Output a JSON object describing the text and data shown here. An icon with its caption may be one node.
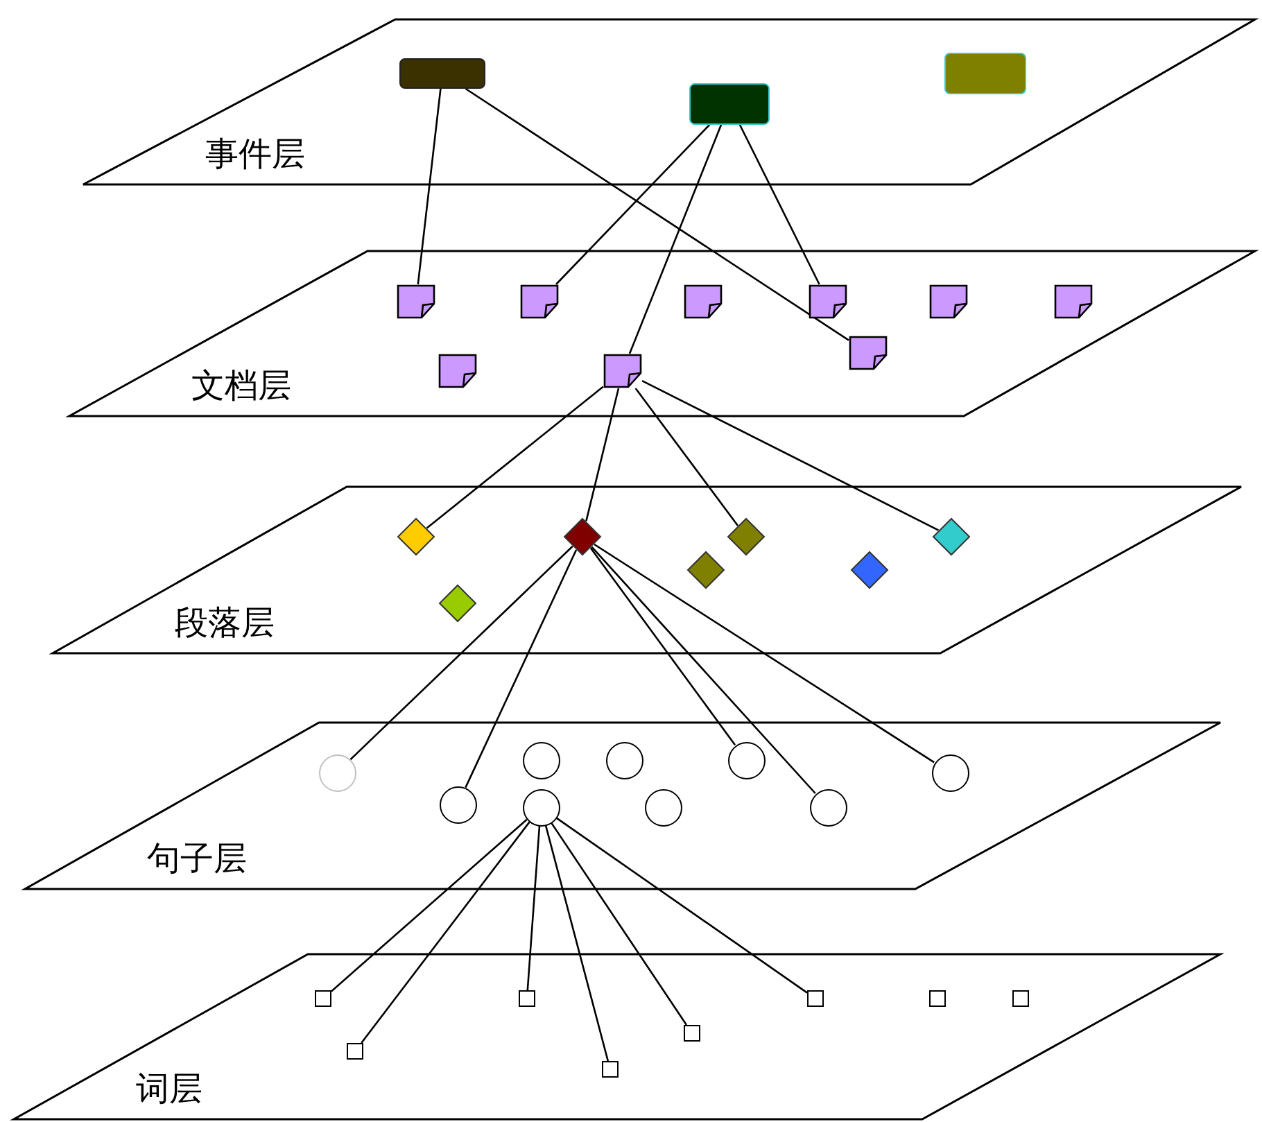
{
  "diagram": {
    "nodes": [
      {
        "text": [
          "事件层"
        ]
      },
      {
        "text": [],
        "shape": "box",
        "in": 0
      },
      {
        "text": [],
        "shape": "box",
        "in": 0
      },
      {
        "text": [],
        "shape": "box",
        "in": 0
      },
      {
        "text": [
          "文档层"
        ]
      },
      {
        "text": [],
        "shape": "document",
        "in": 4
      },
      {
        "text": [],
        "shape": "document",
        "in": 4
      },
      {
        "text": [],
        "shape": "document",
        "in": 4
      },
      {
        "text": [],
        "shape": "document",
        "in": 4
      },
      {
        "text": [],
        "shape": "document",
        "in": 4
      },
      {
        "text": [],
        "shape": "document",
        "in": 4
      },
      {
        "text": [],
        "shape": "document",
        "in": 4
      },
      {
        "text": [],
        "shape": "document",
        "in": 4
      },
      {
        "text": [],
        "shape": "document",
        "in": 4
      },
      {
        "text": [
          "段落层"
        ]
      },
      {
        "text": [],
        "shape": "diamond",
        "in": 14
      },
      {
        "text": [],
        "shape": "diamond",
        "in": 14
      },
      {
        "text": [],
        "shape": "diamond",
        "in": 14
      },
      {
        "text": [],
        "shape": "diamond",
        "in": 14
      },
      {
        "text": [],
        "shape": "diamond",
        "in": 14
      },
      {
        "text": [],
        "shape": "diamond",
        "in": 14
      },
      {
        "text": [],
        "shape": "diamond",
        "in": 14
      },
      {
        "text": [
          "句子层"
        ]
      },
      {
        "text": [],
        "shape": "circle",
        "in": 22
      },
      {
        "text": [],
        "shape": "circle",
        "in": 22
      },
      {
        "text": [],
        "shape": "circle",
        "in": 22
      },
      {
        "text": [],
        "shape": "circle",
        "in": 22
      },
      {
        "text": [],
        "shape": "circle",
        "in": 22
      },
      {
        "text": [],
        "shape": "circle",
        "in": 22
      },
      {
        "text": [],
        "shape": "circle",
        "in": 22
      },
      {
        "text": [],
        "shape": "circle",
        "in": 22
      },
      {
        "text": [],
        "shape": "circle",
        "in": 22
      },
      {
        "text": [
          "词层"
        ]
      },
      {
        "text": [],
        "shape": "box",
        "in": 32
      },
      {
        "text": [],
        "shape": "box",
        "in": 32
      },
      {
        "text": [],
        "shape": "box",
        "in": 32
      },
      {
        "text": [],
        "shape": "box",
        "in": 32
      },
      {
        "text": [],
        "shape": "box",
        "in": 32
      },
      {
        "text": [],
        "shape": "box",
        "in": 32
      },
      {
        "text": [],
        "shape": "box",
        "in": 32
      },
      {
        "text": [],
        "shape": "box",
        "in": 32
      }
    ],
    "edges": [
      {
        "from": 1,
        "to": 5,
        "arrow": "none"
      },
      {
        "from": 1,
        "to": 11,
        "arrow": "none"
      },
      {
        "from": 2,
        "to": 6,
        "arrow": "none"
      },
      {
        "from": 2,
        "to": 13,
        "arrow": "none"
      },
      {
        "from": 2,
        "to": 8,
        "arrow": "none"
      },
      {
        "from": 13,
        "to": 15,
        "arrow": "none"
      },
      {
        "from": 13,
        "to": 16,
        "arrow": "none"
      },
      {
        "from": 13,
        "to": 17,
        "arrow": "none"
      },
      {
        "from": 13,
        "to": 18,
        "arrow": "none"
      },
      {
        "from": 16,
        "to": 23,
        "arrow": "none"
      },
      {
        "from": 16,
        "to": 28,
        "arrow": "none"
      },
      {
        "from": 16,
        "to": 26,
        "arrow": "none"
      },
      {
        "from": 16,
        "to": 31,
        "arrow": "none"
      },
      {
        "from": 16,
        "to": 27,
        "arrow": "none"
      },
      {
        "from": 29,
        "to": 33,
        "arrow": "none"
      },
      {
        "from": 29,
        "to": 39,
        "arrow": "none"
      },
      {
        "from": 29,
        "to": 34,
        "arrow": "none"
      },
      {
        "from": 29,
        "to": 40,
        "arrow": "none"
      },
      {
        "from": 29,
        "to": 38,
        "arrow": "none"
      },
      {
        "from": 29,
        "to": 35,
        "arrow": "none"
      }
    ]
  }
}
